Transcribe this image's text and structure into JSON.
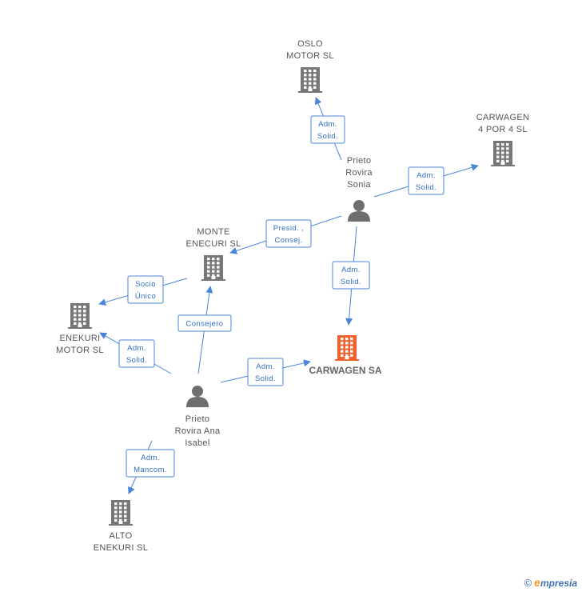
{
  "colors": {
    "company": "#777777",
    "company_main": "#f2622e",
    "person": "#6e6e6e",
    "edge": "#4a86d8"
  },
  "nodes": [
    {
      "id": "oslo",
      "kind": "company",
      "lines": [
        "OSLO",
        "MOTOR SL"
      ]
    },
    {
      "id": "carwagen4x4",
      "kind": "company",
      "lines": [
        "CARWAGEN",
        "4 POR 4 SL"
      ]
    },
    {
      "id": "sonia",
      "kind": "person",
      "lines": [
        "Prieto",
        "Rovira",
        "Sonia"
      ]
    },
    {
      "id": "monte",
      "kind": "company",
      "lines": [
        "MONTE",
        "ENECURI SL"
      ]
    },
    {
      "id": "enekuri",
      "kind": "company",
      "lines": [
        "ENEKURI",
        "MOTOR  SL"
      ]
    },
    {
      "id": "carwagen",
      "kind": "company_main",
      "lines": [
        "CARWAGEN SA"
      ]
    },
    {
      "id": "ana",
      "kind": "person",
      "lines": [
        "Prieto",
        "Rovira Ana",
        "Isabel"
      ]
    },
    {
      "id": "alto",
      "kind": "company",
      "lines": [
        "ALTO",
        "ENEKURI SL"
      ]
    }
  ],
  "edges": [
    {
      "id": "sonia-oslo",
      "from": "sonia",
      "to": "oslo",
      "lines": [
        "Adm.",
        "Solid."
      ]
    },
    {
      "id": "sonia-carwagen4x4",
      "from": "sonia",
      "to": "carwagen4x4",
      "lines": [
        "Adm.",
        "Solid."
      ]
    },
    {
      "id": "sonia-monte",
      "from": "sonia",
      "to": "monte",
      "lines": [
        "Presid. ,",
        "Consej."
      ]
    },
    {
      "id": "sonia-carwagen",
      "from": "sonia",
      "to": "carwagen",
      "lines": [
        "Adm.",
        "Solid."
      ]
    },
    {
      "id": "monte-enekuri",
      "from": "monte",
      "to": "enekuri",
      "lines": [
        "Socio",
        "Único"
      ]
    },
    {
      "id": "ana-monte",
      "from": "ana",
      "to": "monte",
      "lines": [
        "Consejero"
      ]
    },
    {
      "id": "ana-enekuri",
      "from": "ana",
      "to": "enekuri",
      "lines": [
        "Adm.",
        "Solid."
      ]
    },
    {
      "id": "ana-carwagen",
      "from": "ana",
      "to": "carwagen",
      "lines": [
        "Adm.",
        "Solid."
      ]
    },
    {
      "id": "ana-alto",
      "from": "ana",
      "to": "alto",
      "lines": [
        "Adm.",
        "Mancom."
      ]
    }
  ],
  "brand": {
    "copyright": "©",
    "initial": "e",
    "rest": "mpresia"
  }
}
